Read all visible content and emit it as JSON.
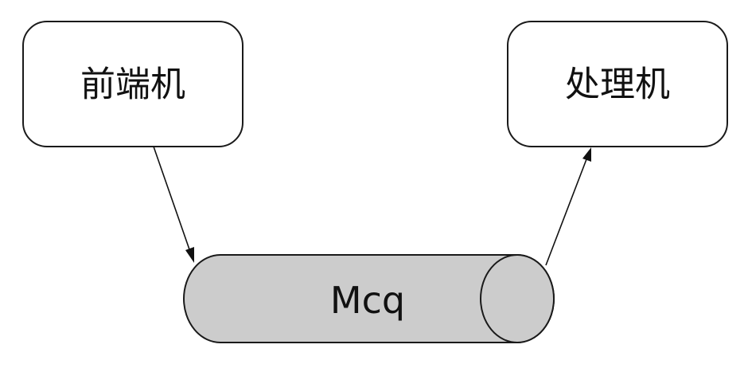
{
  "nodes": {
    "frontend": {
      "label": "前端机"
    },
    "processor": {
      "label": "处理机"
    },
    "queue": {
      "label": "Mcq",
      "fill": "#cccccc"
    }
  },
  "edges": [
    {
      "from": "frontend",
      "to": "queue"
    },
    {
      "from": "queue",
      "to": "processor"
    }
  ]
}
